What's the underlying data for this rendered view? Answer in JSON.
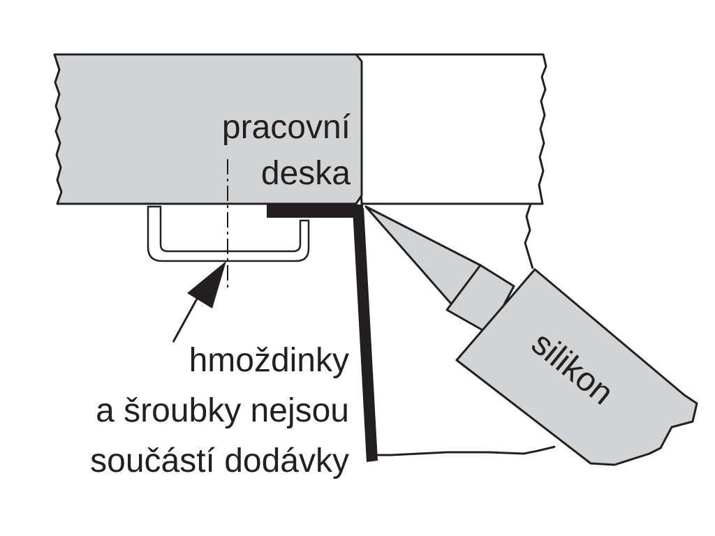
{
  "labels": {
    "worktop_line1": "pracovní",
    "worktop_line2": "deska",
    "note_line1": "hmoždinky",
    "note_line2": "a šroubky nejsou",
    "note_line3": "součástí dodávky",
    "tube": "silikon"
  },
  "colors": {
    "worktop_fill": "#d1d3d4",
    "tube_fill": "#d1d3d4",
    "stroke": "#231f20",
    "background": "#ffffff"
  }
}
